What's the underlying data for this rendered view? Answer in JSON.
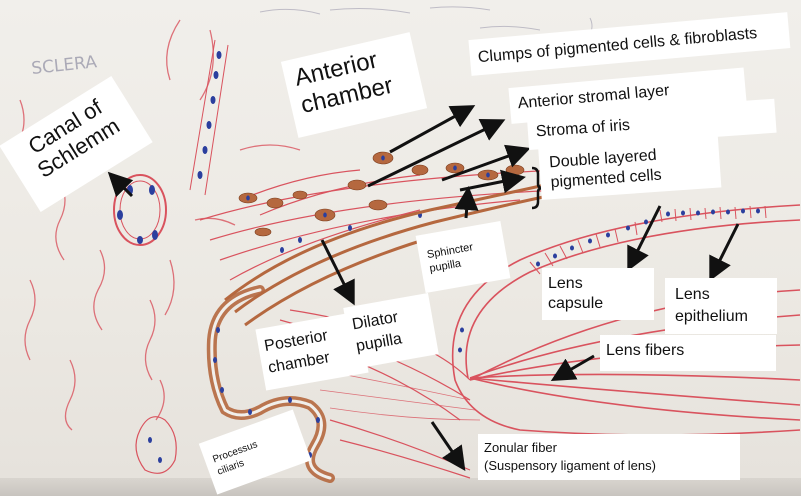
{
  "labels": {
    "canal_of_schlemm": "Canal of\nSchlemm",
    "anterior_chamber": "Anterior\nchamber",
    "clumps": "Clumps of pigmented  cells & fibroblasts",
    "anterior_stromal_layer": "Anterior stromal layer",
    "stroma_of_iris": "Stroma of iris",
    "double_layered": "Double layered\npigmented cells",
    "sphincter_pupilla": "Sphincter\npupilla",
    "lens_capsule": "Lens\ncapsule",
    "lens_epithelium": "Lens\nepithelium",
    "lens_fibers": "Lens fibers",
    "posterior_chamber": "Posterior\nchamber",
    "dilator_pupilla": "Dilator\npupilla",
    "processus_ciliaris": "Processus\nciliaris",
    "zonular_fiber": "Zonular fiber\n(Suspensory ligament of lens)"
  },
  "background_text": {
    "sclera": "SCLERA"
  },
  "colors": {
    "pencil_red": "#d9535e",
    "cell_brown": "#b5683f",
    "nucleus_blue": "#2b3f9e",
    "arrow": "#111111",
    "label_bg": "#ffffff"
  }
}
